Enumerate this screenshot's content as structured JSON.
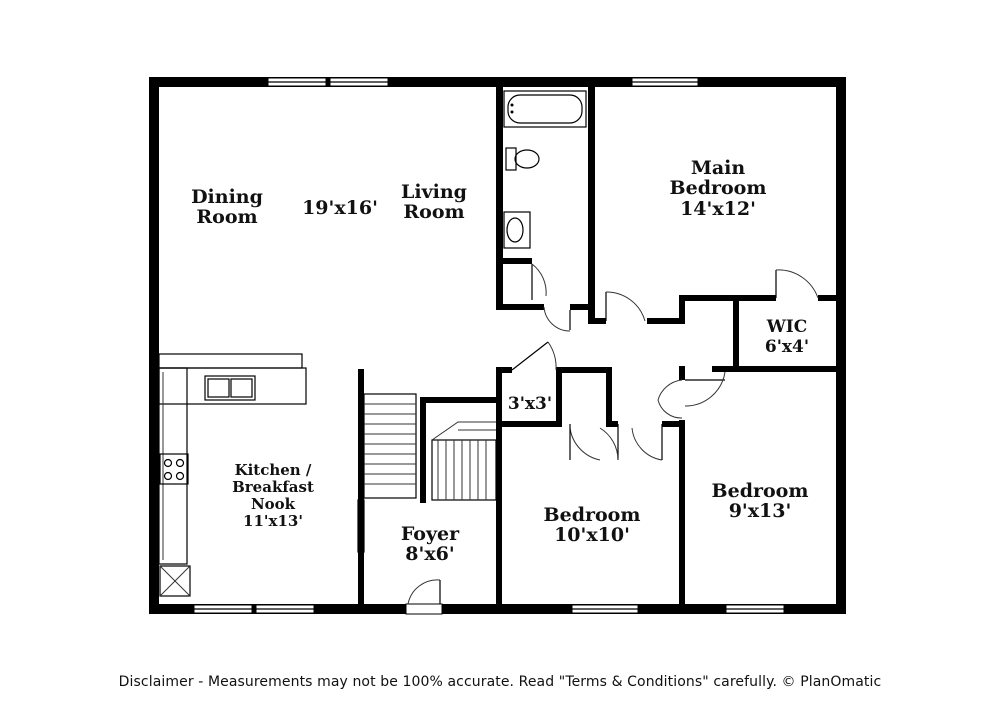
{
  "rooms": {
    "dining": {
      "name_line1": "Dining",
      "name_line2": "Room"
    },
    "living": {
      "name_line1": "Living",
      "name_line2": "Room",
      "size": "19'x16'"
    },
    "main_bedroom": {
      "name_line1": "Main",
      "name_line2": "Bedroom",
      "size": "14'x12'"
    },
    "wic": {
      "name": "WIC",
      "size": "6'x4'"
    },
    "closet": {
      "size": "3'x3'"
    },
    "kitchen": {
      "name_line1": "Kitchen /",
      "name_line2": "Breakfast",
      "name_line3": "Nook",
      "size": "11'x13'"
    },
    "foyer": {
      "name": "Foyer",
      "size": "8'x6'"
    },
    "bedroom_center": {
      "name": "Bedroom",
      "size": "10'x10'"
    },
    "bedroom_right": {
      "name": "Bedroom",
      "size": "9'x13'"
    }
  },
  "disclaimer": "Disclaimer - Measurements may not be 100% accurate. Read \"Terms & Conditions\" carefully. © PlanOmatic"
}
